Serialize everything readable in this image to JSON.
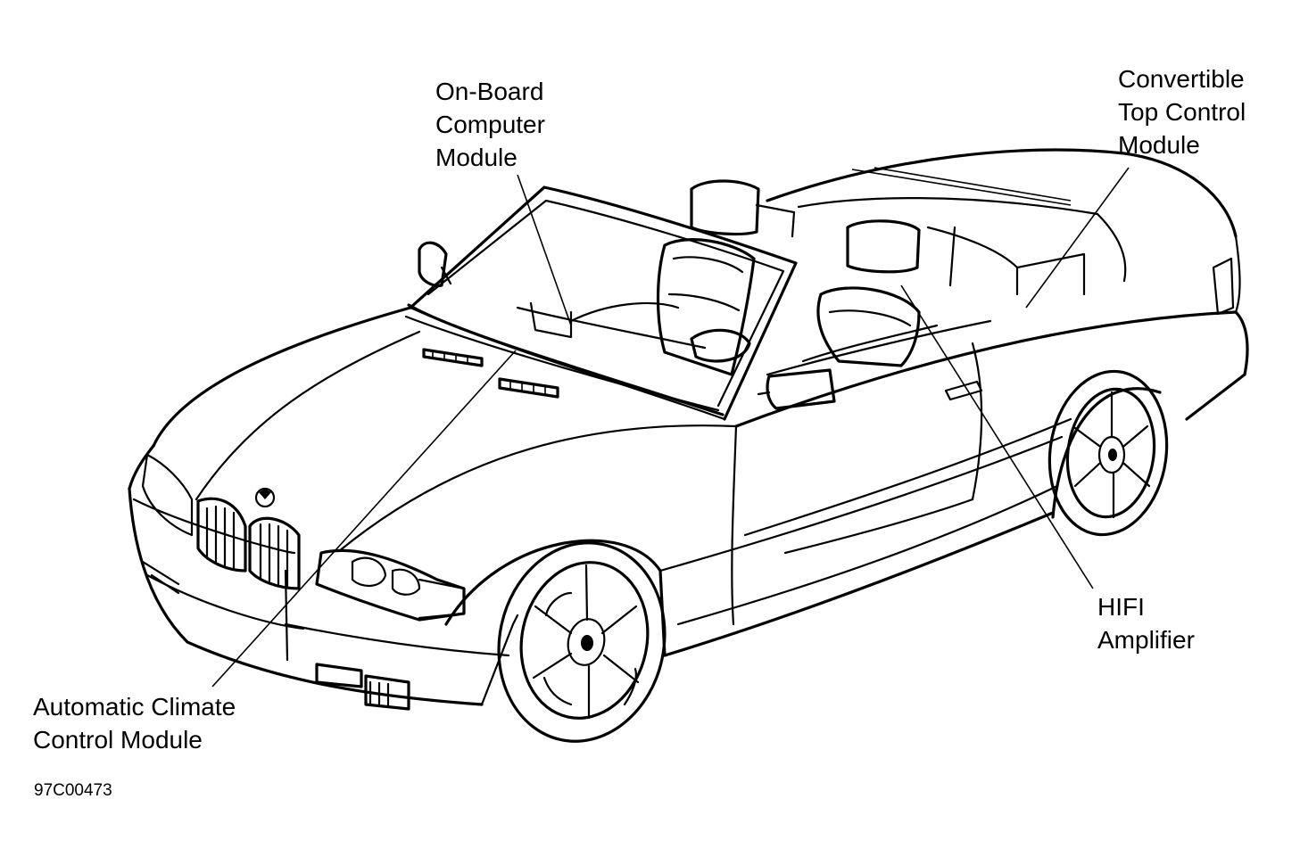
{
  "figure_id": "97C00473",
  "labels": {
    "onboard": [
      "On-Board",
      "Computer",
      "Module"
    ],
    "convertible": [
      "Convertible",
      "Top Control",
      "Module"
    ],
    "hifi": [
      "HIFI",
      "Amplifier"
    ],
    "climate": [
      "Automatic Climate",
      "Control Module"
    ]
  },
  "colors": {
    "ink": "#000000",
    "paper": "#ffffff"
  }
}
